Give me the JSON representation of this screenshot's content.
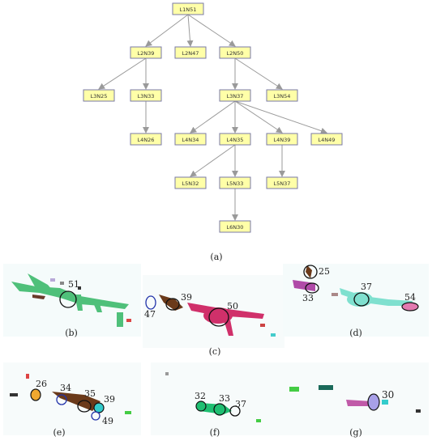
{
  "tree": {
    "nodes": [
      {
        "id": "L1N51",
        "label": "L1N51"
      },
      {
        "id": "L2N39",
        "label": "L2N39"
      },
      {
        "id": "L2N47",
        "label": "L2N47"
      },
      {
        "id": "L2N50",
        "label": "L2N50"
      },
      {
        "id": "L3N25",
        "label": "L3N25"
      },
      {
        "id": "L3N33",
        "label": "L3N33"
      },
      {
        "id": "L3N37",
        "label": "L3N37"
      },
      {
        "id": "L3N54",
        "label": "L3N54"
      },
      {
        "id": "L4N26",
        "label": "L4N26"
      },
      {
        "id": "L4N34",
        "label": "L4N34"
      },
      {
        "id": "L4N35",
        "label": "L4N35"
      },
      {
        "id": "L4N39",
        "label": "L4N39"
      },
      {
        "id": "L4N49",
        "label": "L4N49"
      },
      {
        "id": "L5N32",
        "label": "L5N32"
      },
      {
        "id": "L5N33",
        "label": "L5N33"
      },
      {
        "id": "L5N37",
        "label": "L5N37"
      },
      {
        "id": "L6N30",
        "label": "L6N30"
      }
    ],
    "edges": [
      [
        "L1N51",
        "L2N39"
      ],
      [
        "L1N51",
        "L2N47"
      ],
      [
        "L1N51",
        "L2N50"
      ],
      [
        "L2N39",
        "L3N25"
      ],
      [
        "L2N39",
        "L3N33"
      ],
      [
        "L2N50",
        "L3N37"
      ],
      [
        "L2N50",
        "L3N54"
      ],
      [
        "L3N33",
        "L4N26"
      ],
      [
        "L3N37",
        "L4N34"
      ],
      [
        "L3N37",
        "L4N35"
      ],
      [
        "L3N37",
        "L4N39"
      ],
      [
        "L3N37",
        "L4N49"
      ],
      [
        "L4N35",
        "L5N32"
      ],
      [
        "L4N35",
        "L5N33"
      ],
      [
        "L4N39",
        "L5N37"
      ],
      [
        "L5N33",
        "L6N30"
      ]
    ],
    "node_fill": "#ffffa8",
    "node_stroke": "#7a7aa6",
    "edge_color": "#9a9a9a"
  },
  "captions": {
    "a": "(a)",
    "b": "(b)",
    "c": "(c)",
    "d": "(d)",
    "e": "(e)",
    "f": "(f)",
    "g": "(g)"
  },
  "panels": {
    "b": {
      "labels": [
        "51"
      ]
    },
    "c": {
      "labels": [
        "39",
        "47",
        "50"
      ]
    },
    "d": {
      "labels": [
        "25",
        "33",
        "37",
        "54"
      ]
    },
    "e": {
      "labels": [
        "26",
        "34",
        "35",
        "39",
        "49"
      ]
    },
    "f": {
      "labels": [
        "32",
        "33",
        "37"
      ]
    },
    "g": {
      "labels": [
        "30"
      ]
    }
  }
}
